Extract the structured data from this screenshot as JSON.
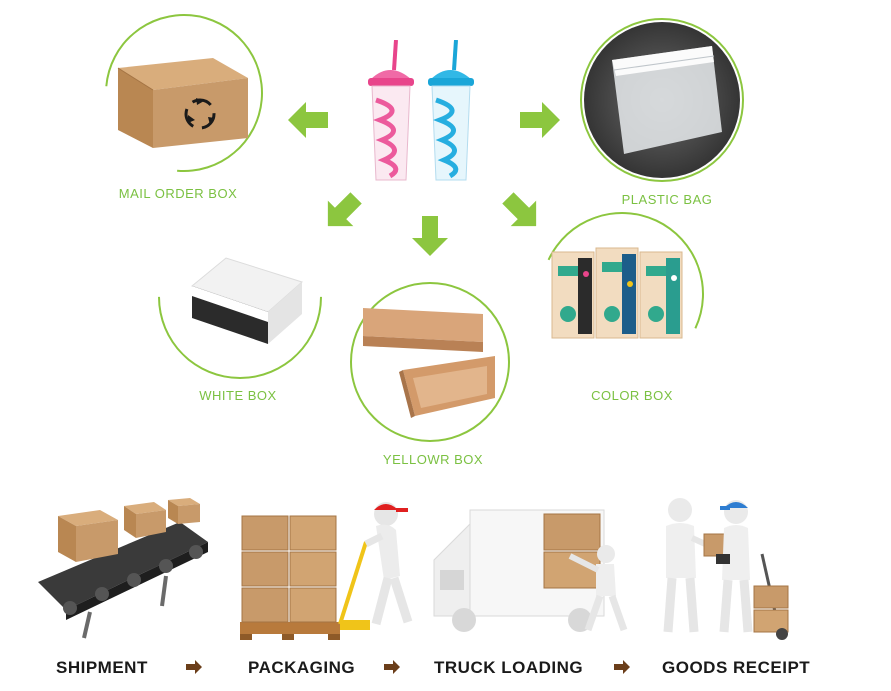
{
  "colors": {
    "accent_green": "#8cc63f",
    "label_green": "#7bc142",
    "cardboard": "#c89a6a",
    "flow_text": "#1a1a1a"
  },
  "packaging_options": {
    "mail_order_box": "MAIL ORDER BOX",
    "plastic_bag": "PLASTIC BAG",
    "white_box": "WHITE BOX",
    "yellow_box": "YELLOWR BOX",
    "color_box": "COLOR BOX"
  },
  "flow": {
    "steps": [
      "SHIPMENT",
      "PACKAGING",
      "TRUCK LOADING",
      "GOODS RECEIPT"
    ],
    "arrow_icon": "right-arrow-icon"
  },
  "icons": [
    "recycle-icon",
    "green-arrow-icon"
  ]
}
